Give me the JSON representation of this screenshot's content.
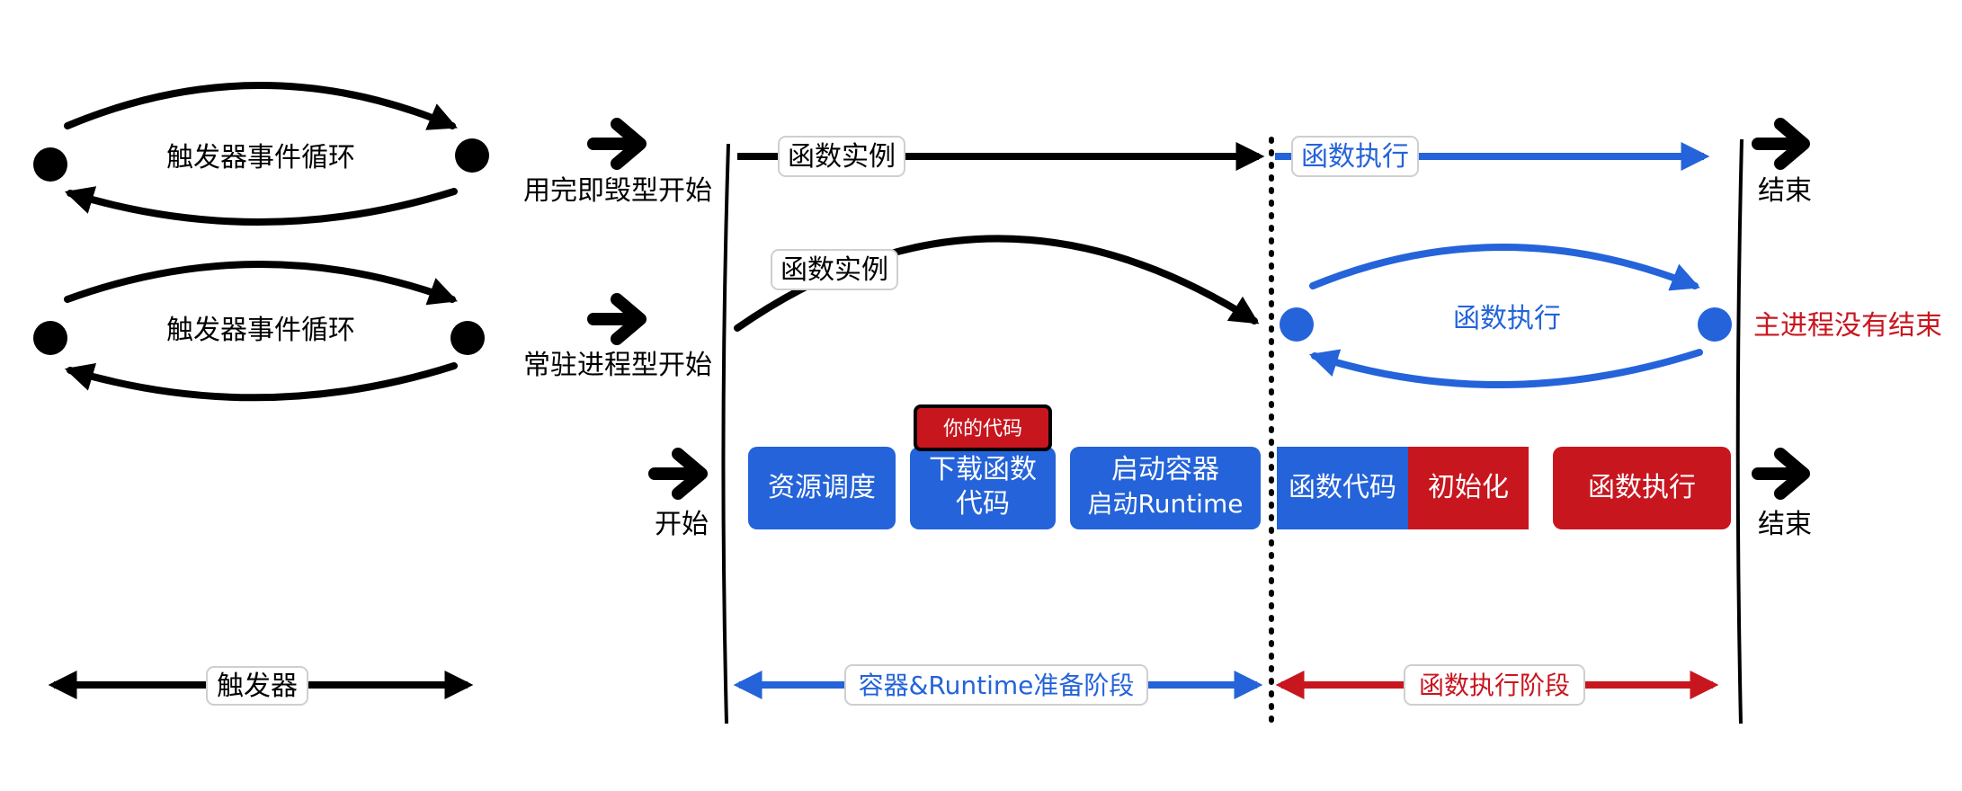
{
  "colors": {
    "black": "#000000",
    "blue": "#2463D9",
    "red": "#C8161F",
    "white": "#FFFFFF"
  },
  "loops": {
    "top_label": "触发器事件循环",
    "mid_label": "触发器事件循环"
  },
  "starts": {
    "oneshot": "用完即毁型开始",
    "resident": "常驻进程型开始",
    "main": "开始"
  },
  "row1": {
    "instance_tag": "函数实例",
    "exec_tag": "函数执行",
    "end": "结束"
  },
  "row2": {
    "instance_tag": "函数实例",
    "exec_label": "函数执行",
    "end": "主进程没有结束"
  },
  "steps": {
    "resource": "资源调度",
    "download_line1": "下载函数",
    "download_line2": "代码",
    "your_code": "你的代码",
    "container_line1": "启动容器",
    "container_line2": "启动Runtime",
    "func_code": "函数代码",
    "init": "初始化",
    "exec": "函数执行",
    "end": "结束"
  },
  "phases": {
    "trigger": "触发器",
    "prepare": "容器&Runtime准备阶段",
    "execute": "函数执行阶段"
  },
  "icons": {
    "start_arrows": "right-arrow-icon",
    "end_arrows": "right-arrow-icon"
  }
}
